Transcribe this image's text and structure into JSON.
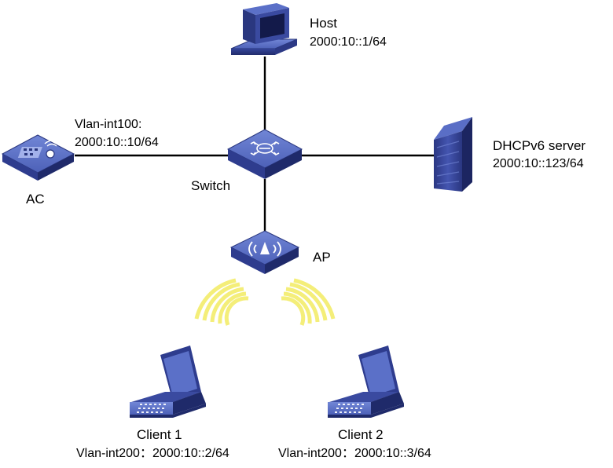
{
  "host": {
    "name": "Host",
    "ip": "2000:10::1/64"
  },
  "ac": {
    "name": "AC",
    "interface": "Vlan-int100:",
    "ip": "2000:10::10/64"
  },
  "switch": {
    "name": "Switch"
  },
  "dhcp": {
    "name": "DHCPv6 server",
    "ip": "2000:10::123/64"
  },
  "ap": {
    "name": "AP"
  },
  "client1": {
    "name": "Client 1",
    "address": "Vlan-int200：2000:10::2/64"
  },
  "client2": {
    "name": "Client 2",
    "address": "Vlan-int200：2000:10::3/64"
  },
  "colors": {
    "device": "#3d4fa8",
    "device_dark": "#27357a",
    "device_light": "#6a7fd0",
    "wireless": "#f2ec6b",
    "link": "#000000"
  }
}
